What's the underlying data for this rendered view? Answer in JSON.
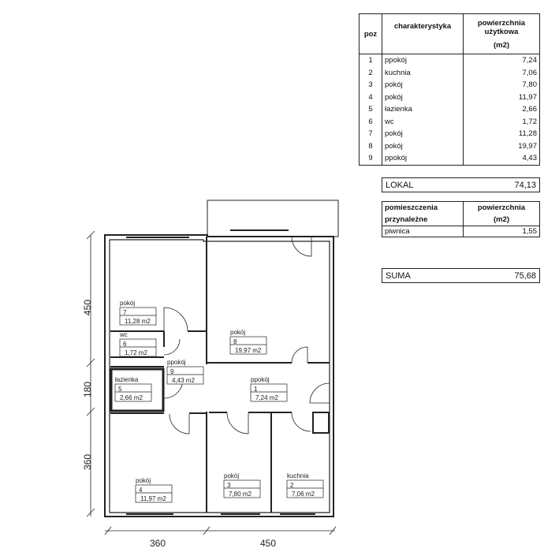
{
  "table": {
    "headers": {
      "poz": "poz",
      "char": "charakterystyka",
      "area1": "powierzchnia",
      "area2": "użytkowa",
      "unit": "(m2)"
    },
    "rows": [
      {
        "poz": "1",
        "name": "ppokój",
        "area": "7,24"
      },
      {
        "poz": "2",
        "name": "kuchnia",
        "area": "7,06"
      },
      {
        "poz": "3",
        "name": "pokój",
        "area": "7,80"
      },
      {
        "poz": "4",
        "name": "pokój",
        "area": "11,97"
      },
      {
        "poz": "5",
        "name": "łazienka",
        "area": "2,66"
      },
      {
        "poz": "6",
        "name": "wc",
        "area": "1,72"
      },
      {
        "poz": "7",
        "name": "pokój",
        "area": "11,28"
      },
      {
        "poz": "8",
        "name": "pokój",
        "area": "19,97"
      },
      {
        "poz": "9",
        "name": "ppokój",
        "area": "4,43"
      }
    ]
  },
  "lokal": {
    "label": "LOKAL",
    "value": "74,13"
  },
  "aux": {
    "h1a": "pomieszczenia",
    "h1b": "przynależne",
    "h2a": "powierzchnia",
    "h2b": "(m2)",
    "rows": [
      {
        "name": "piwnica",
        "area": "1,55"
      }
    ]
  },
  "suma": {
    "label": "SUMA",
    "value": "75,68"
  },
  "plan": {
    "rooms": [
      {
        "name": "pokój",
        "num": "7",
        "area": "11,28 m2"
      },
      {
        "name": "wc",
        "num": "6",
        "area": "1,72 m2"
      },
      {
        "name": "łazienka",
        "num": "5",
        "area": "2,66 m2"
      },
      {
        "name": "ppokój",
        "num": "9",
        "area": "4,43 m2"
      },
      {
        "name": "pokój",
        "num": "8",
        "area": "19,97 m2"
      },
      {
        "name": "ppokój",
        "num": "1",
        "area": "7,24 m2"
      },
      {
        "name": "pokój",
        "num": "4",
        "area": "11,97 m2"
      },
      {
        "name": "pokój",
        "num": "3",
        "area": "7,80 m2"
      },
      {
        "name": "kuchnia",
        "num": "2",
        "area": "7,06 m2"
      }
    ],
    "dims": {
      "v1": "450",
      "v2": "180",
      "v3": "360",
      "h1": "360",
      "h2": "450"
    }
  }
}
